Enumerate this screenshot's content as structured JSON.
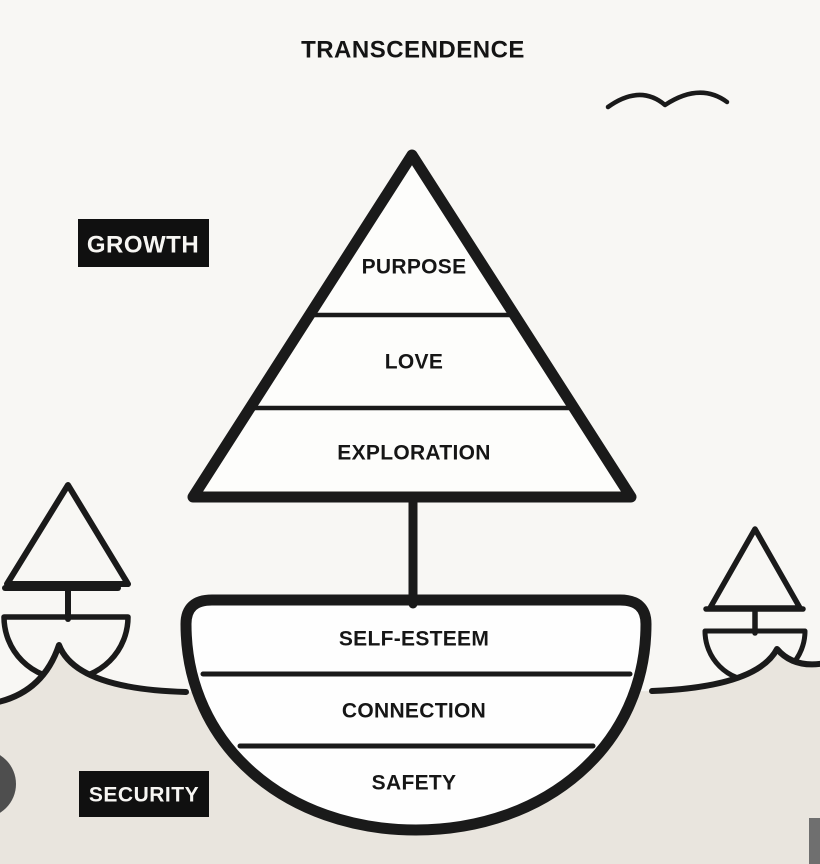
{
  "diagram": {
    "title": "TRANSCENDENCE",
    "growth_label": "GROWTH",
    "security_label": "SECURITY",
    "sail_levels": [
      "PURPOSE",
      "LOVE",
      "EXPLORATION"
    ],
    "hull_levels": [
      "SELF-ESTEEM",
      "CONNECTION",
      "SAFETY"
    ],
    "icons": [
      "seagull-icon",
      "small-sailboat-left",
      "small-sailboat-right"
    ],
    "colors": {
      "ink": "#1a1a1a",
      "background": "#f8f7f4",
      "ground": "#e9e5de",
      "boat_fill": "#fefefe",
      "label_background": "#101010",
      "label_text": "#f7f6f3",
      "edge_button": "#4e4e4e",
      "corner_artifact": "#6f6f6f"
    }
  }
}
